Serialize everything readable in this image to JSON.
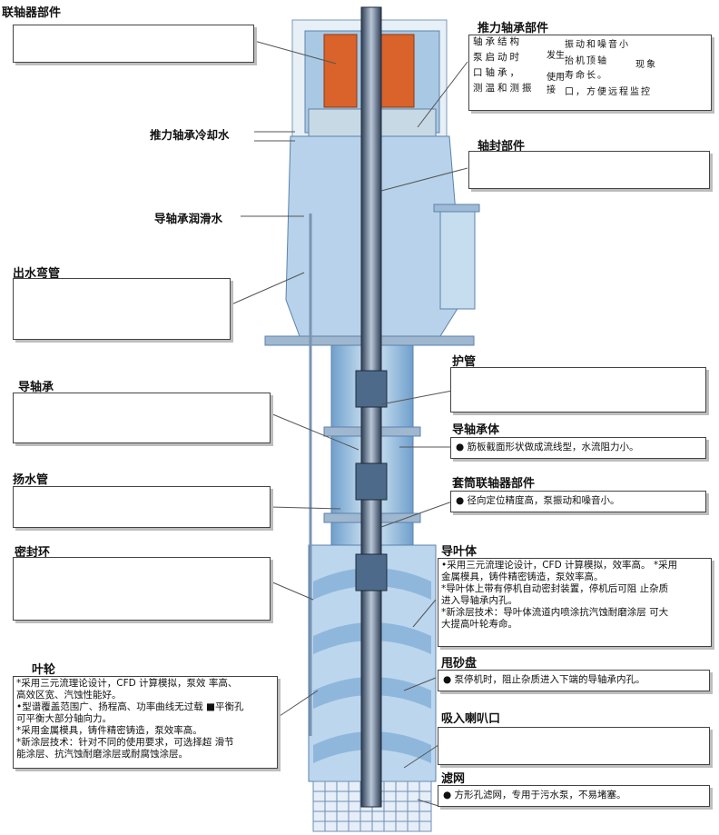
{
  "titles": {
    "coupling": "联轴器部件",
    "thrust_bearing": "推力轴承部件",
    "shaft_seal": "轴封部件",
    "outlet_bend": "出水弯管",
    "protect_tube": "护管",
    "guide_bearing": "导轴承",
    "guide_bearing_body": "导轴承体",
    "lift_pipe": "扬水管",
    "sleeve_coupling": "套筒联轴器部件",
    "seal_ring": "密封环",
    "guide_vane": "导叶体",
    "impeller": "叶轮",
    "sand_disc": "甩砂盘",
    "suction_bell": "吸入喇叭口",
    "strainer": "滤网"
  },
  "callouts": {
    "thrust_cooling": "推力轴承冷却水",
    "guide_lube": "导轴承润滑水"
  },
  "thrust_lines": [
    "轴承结构",
    "泵启动时",
    "口轴承，",
    "测温和测振"
  ],
  "thrust_frags": [
    "发生",
    "使用",
    "接",
    "振动和噪音小",
    "抬机顶轴",
    "现象",
    "寿命长。",
    "口，方便远程监控"
  ],
  "guide_bearing_body_text": "● 筋板截面形状做成流线型，水流阻力小。",
  "sleeve_coupling_text": "● 径向定位精度高，泵振动和噪音小。",
  "guide_vane_text": [
    "•采用三元流理论设计，CFD 计算模拟，效率高。 *采用",
    "金属模具，铸件精密铸造，泵效率高。",
    "*导叶体上带有停机自动密封装置，停机后可阻  止杂质",
    "进入导轴承内孔。",
    "*新涂层技术：导叶体流道内喷涂抗汽蚀耐磨涂层  可大",
    "大提高叶轮寿命。"
  ],
  "impeller_text": [
    "*采用三元流理论设计，CFD 计算模拟，泵效  率高、",
    "高效区宽、汽蚀性能好。",
    "•型谱覆盖范围广、扬程高、功率曲线无过载 ■平衡孔",
    "可平衡大部分轴向力。",
    "*采用金属模具，铸件精密铸造，泵效率高。",
    "*新涂层技术：针对不同的使用要求，可选择超  滑节",
    "能涂层、抗汽蚀耐磨涂层或耐腐蚀涂层。"
  ],
  "sand_disc_text": "● 泵停机时，阻止杂质进入下端的导轴承内孔。",
  "strainer_text": "● 方形孔滤网，专用于污水泵，不易堵塞。",
  "colors": {
    "pump_light": "#cfe3f3",
    "pump_mid": "#8fb7dc",
    "pump_dark": "#3d6f9e",
    "bearing_orange": "#d9632a"
  }
}
